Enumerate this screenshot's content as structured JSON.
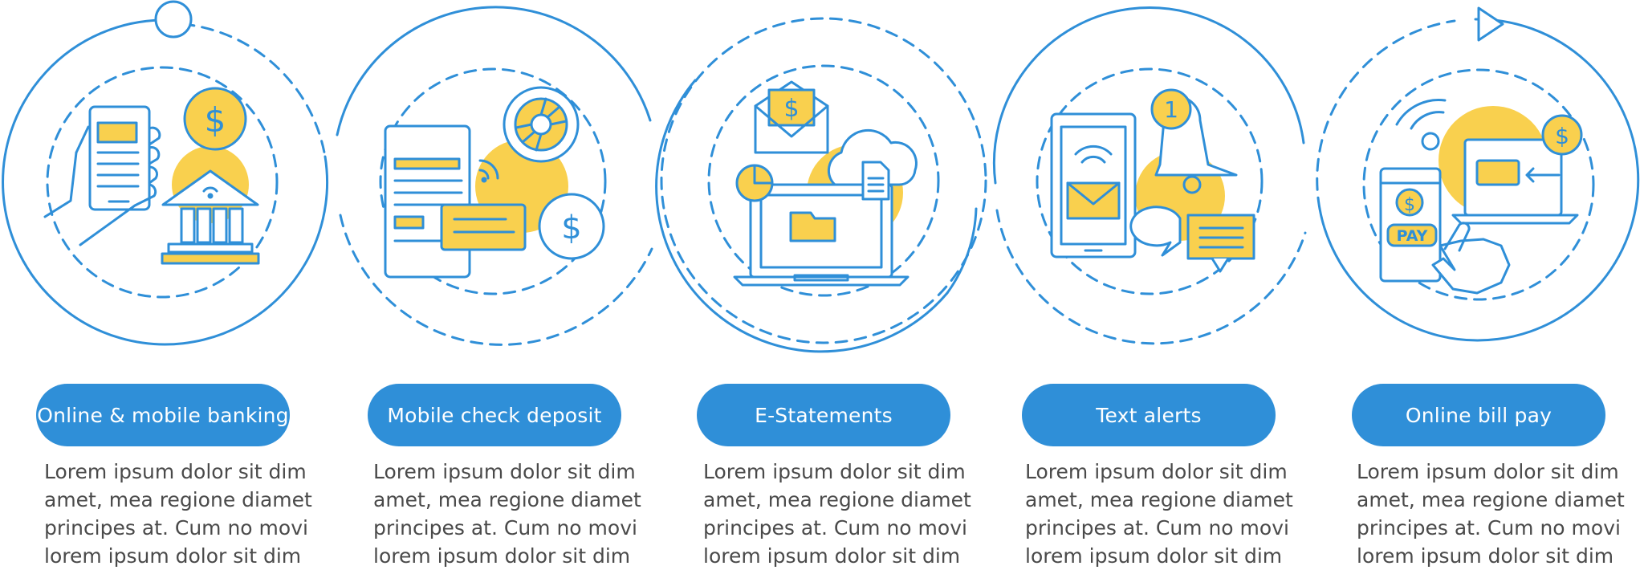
{
  "colors": {
    "blue": "#2F8FD8",
    "line": "#2F8FD8",
    "yellow": "#F9D04E",
    "text": "#4a4a4a"
  },
  "steps": [
    {
      "label": "Online & mobile banking",
      "icon": "banking-icon",
      "lines": [
        "Lorem ipsum dolor sit dim",
        "amet, mea regione diamet",
        "principes at. Cum no movi",
        "lorem ipsum dolor sit dim"
      ]
    },
    {
      "label": "Mobile  check deposit",
      "icon": "check-deposit-icon",
      "lines": [
        "Lorem ipsum dolor sit dim",
        "amet, mea regione diamet",
        "principes at. Cum no movi",
        "lorem ipsum dolor sit dim"
      ]
    },
    {
      "label": "E-Statements",
      "icon": "e-statements-icon",
      "lines": [
        "Lorem ipsum dolor sit dim",
        "amet, mea regione diamet",
        "principes at. Cum no movi",
        "lorem ipsum dolor sit dim"
      ]
    },
    {
      "label": "Text alerts",
      "icon": "text-alerts-icon",
      "lines": [
        "Lorem ipsum dolor sit dim",
        "amet, mea regione diamet",
        "principes at. Cum no movi",
        "lorem ipsum dolor sit dim"
      ]
    },
    {
      "label": "Online bill pay",
      "icon": "bill-pay-icon",
      "lines": [
        "Lorem ipsum dolor sit dim",
        "amet, mea regione diamet",
        "principes at. Cum no movi",
        "lorem ipsum dolor sit dim"
      ]
    }
  ],
  "icons": {
    "start": "start-circle-icon",
    "end": "play-arrow-icon"
  },
  "glyphs": {
    "dollar": "$",
    "badge": "1",
    "pay": "PAY"
  }
}
